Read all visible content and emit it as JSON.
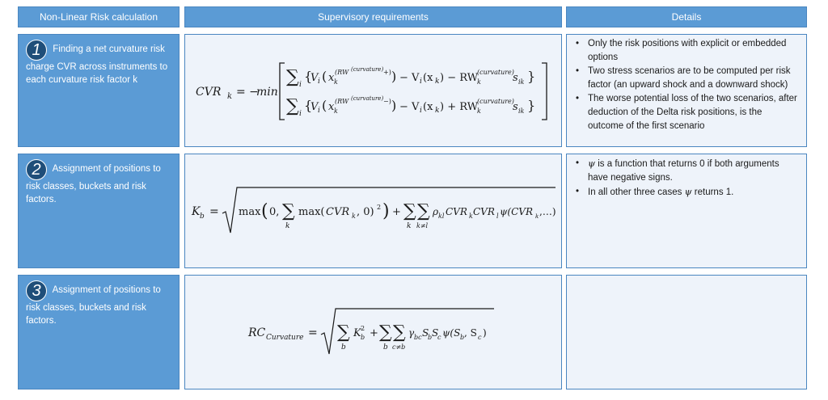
{
  "headers": {
    "col1": "Non-Linear Risk calculation",
    "col2": "Supervisory requirements",
    "col3": "Details"
  },
  "rows": [
    {
      "number": "1",
      "label": "Finding a net curvature risk charge CVR across instruments to each curvature risk factor k",
      "formula_text": "CVR_k = −min[ Σ_i {V_i(x_k^(RW^(curvature)+)) − V_i(x_k) − RW_k^(curvature) s_ik} ; Σ_i {V_i(x_k^(RW^(curvature)−)) − V_i(x_k) + RW_k^(curvature) s_ik} ]",
      "details": [
        "Only the risk positions with explicit or embedded options",
        "Two stress scenarios are to be computed per risk factor (an upward shock and a downward shock)",
        "The worse potential loss of the two scenarios, after deduction of the Delta risk positions, is the outcome of the first scenario"
      ]
    },
    {
      "number": "2",
      "label": "Assignment of positions to risk classes, buckets and risk factors.",
      "formula_text": "K_b = √( max(0, Σ_k max(CVR_k, 0)²) + Σ_k Σ_(k≠l) ρ_kl CVR_k CVR_l ψ(CVR_k, CVR_l) )",
      "details": [
        "ψ is a function that returns 0 if both arguments have negative signs.",
        "In all other three cases ψ returns 1."
      ]
    },
    {
      "number": "3",
      "label": "Assignment of positions to risk classes, buckets and risk factors.",
      "formula_text": "RC_Curvature = √( Σ_b K_b² + Σ_b Σ_(c≠b) γ_bc S_b S_c ψ(S_b, S_c) )",
      "details": []
    }
  ],
  "colors": {
    "header_bg": "#5b9bd5",
    "number_bg": "#1f4e79",
    "cell_bg": "#eef3fa",
    "border": "#4a86c0"
  }
}
